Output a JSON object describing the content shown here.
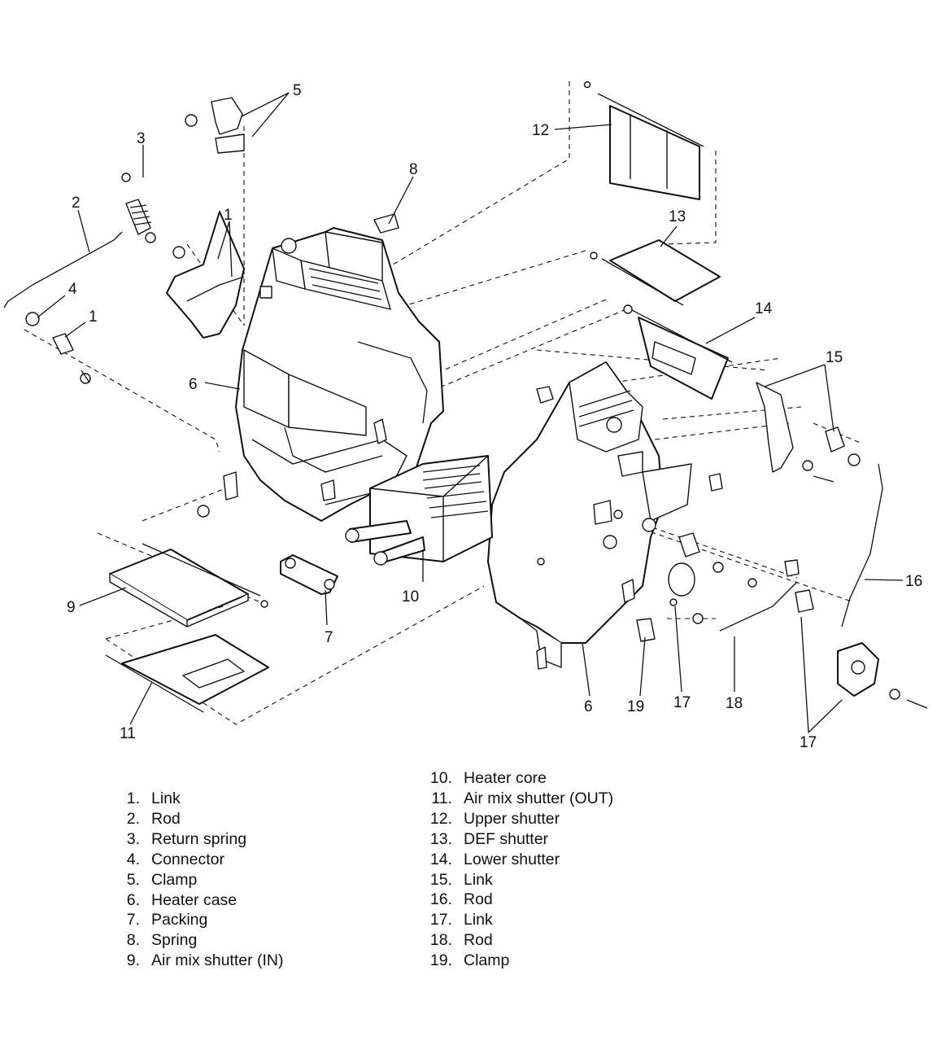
{
  "callouts": {
    "c1a": "1",
    "c1b": "1",
    "c2": "2",
    "c3": "3",
    "c4": "4",
    "c5": "5",
    "c6a": "6",
    "c6b": "6",
    "c7": "7",
    "c8": "8",
    "c9": "9",
    "c10": "10",
    "c11": "11",
    "c12": "12",
    "c13": "13",
    "c14": "14",
    "c15": "15",
    "c16": "16",
    "c17a": "17",
    "c17b": "17",
    "c18": "18",
    "c19": "19"
  },
  "legend": {
    "left": [
      {
        "num": "1.",
        "label": "Link"
      },
      {
        "num": "2.",
        "label": "Rod"
      },
      {
        "num": "3.",
        "label": "Return spring"
      },
      {
        "num": "4.",
        "label": "Connector"
      },
      {
        "num": "5.",
        "label": "Clamp"
      },
      {
        "num": "6.",
        "label": "Heater case"
      },
      {
        "num": "7.",
        "label": "Packing"
      },
      {
        "num": "8.",
        "label": "Spring"
      },
      {
        "num": "9.",
        "label": "Air mix shutter (IN)"
      }
    ],
    "right": [
      {
        "num": "10.",
        "label": "Heater core"
      },
      {
        "num": "11.",
        "label": "Air mix shutter (OUT)"
      },
      {
        "num": "12.",
        "label": "Upper shutter"
      },
      {
        "num": "13.",
        "label": "DEF shutter"
      },
      {
        "num": "14.",
        "label": "Lower shutter"
      },
      {
        "num": "15.",
        "label": "Link"
      },
      {
        "num": "16.",
        "label": "Rod"
      },
      {
        "num": "17.",
        "label": "Link"
      },
      {
        "num": "18.",
        "label": "Rod"
      },
      {
        "num": "19.",
        "label": "Clamp"
      }
    ]
  }
}
